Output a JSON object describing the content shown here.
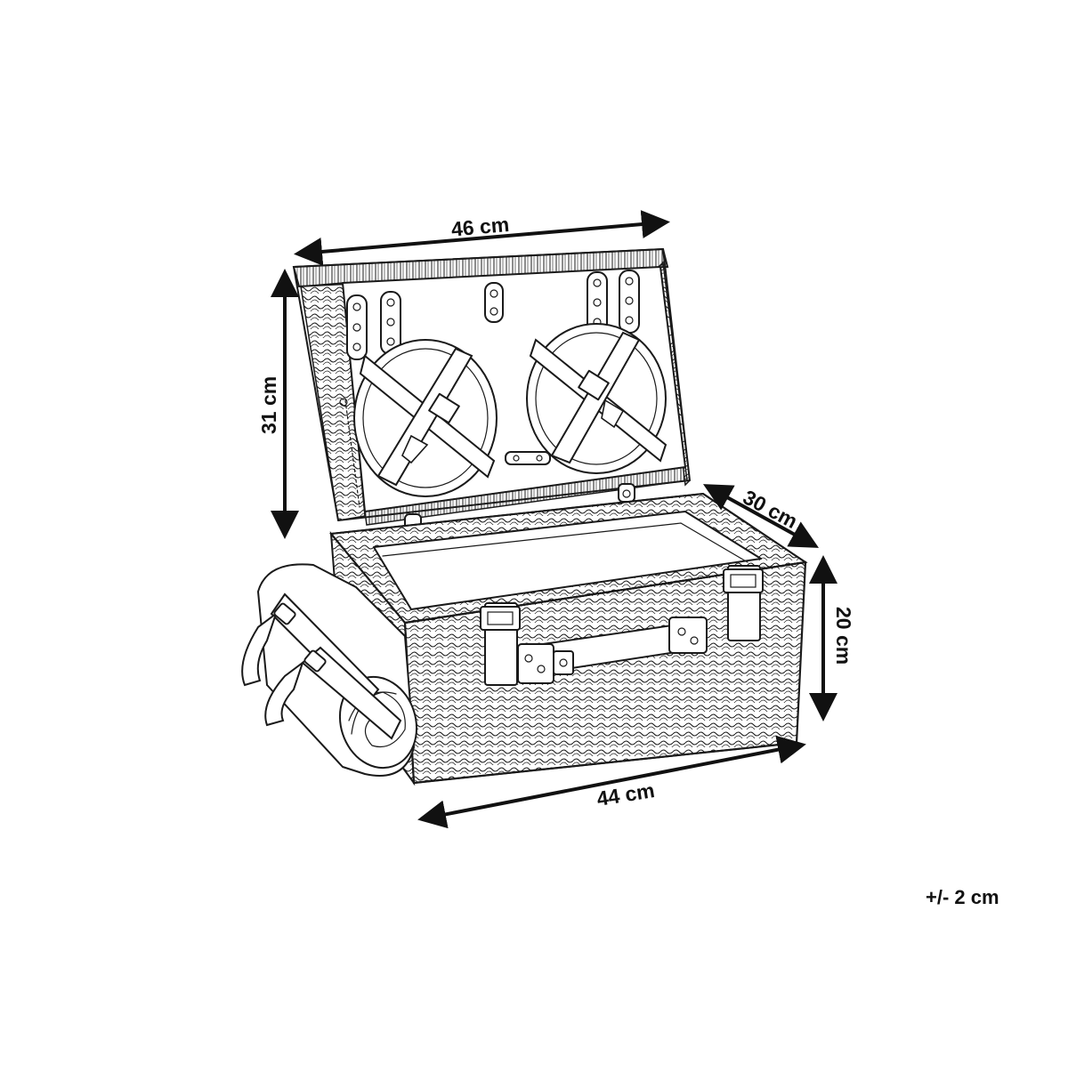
{
  "dimensions": {
    "lid_width": "46 cm",
    "lid_height": "31 cm",
    "depth": "30 cm",
    "height": "20 cm",
    "base_width": "44 cm"
  },
  "tolerance": "+/- 2 cm"
}
